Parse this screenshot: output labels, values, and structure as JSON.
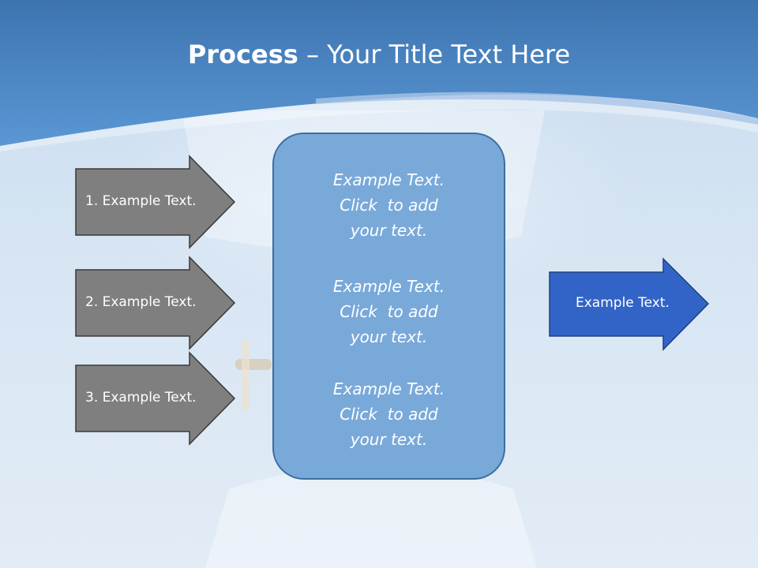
{
  "slide": {
    "title_bold": "Process",
    "title_dash": " – ",
    "title_rest": "Your Title Text Here"
  },
  "input_arrows": [
    {
      "label": "1. Example Text."
    },
    {
      "label": "2. Example Text."
    },
    {
      "label": "3. Example Text."
    }
  ],
  "center_box": {
    "blocks": [
      {
        "line1": "Example Text.",
        "line2": "Click  to add",
        "line3": "your text."
      },
      {
        "line1": "Example Text.",
        "line2": "Click  to add",
        "line3": "your text."
      },
      {
        "line1": "Example Text.",
        "line2": "Click  to add",
        "line3": "your text."
      }
    ]
  },
  "output_arrow": {
    "label": "Example Text."
  },
  "colors": {
    "header_blue": "#4a87c8",
    "input_arrow_fill": "#7f7f7f",
    "center_fill": "#79a9d9",
    "output_arrow_fill": "#3264c8"
  }
}
